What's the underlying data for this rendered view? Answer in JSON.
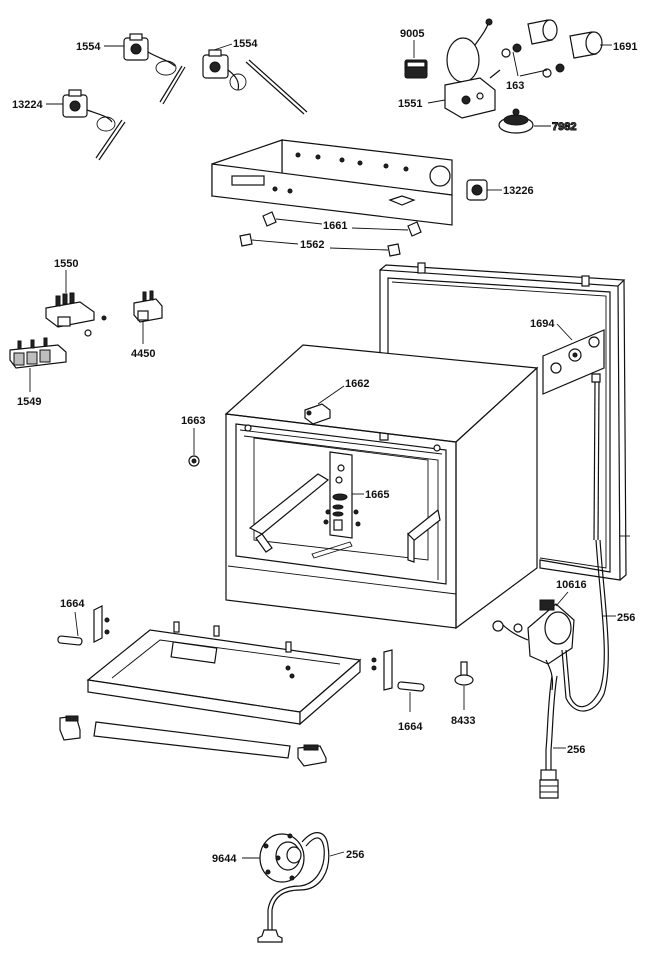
{
  "callouts": {
    "c1554a": "1554",
    "c1554b": "1554",
    "c13224": "13224",
    "c9005": "9005",
    "c1691": "1691",
    "c163": "163",
    "c1551": "1551",
    "c7982": "7982",
    "c13226": "13226",
    "c1661": "1661",
    "c1562": "1562",
    "c1550": "1550",
    "c4450": "4450",
    "c1549": "1549",
    "c1694": "1694",
    "c1662": "1662",
    "c1663": "1663",
    "c1665": "1665",
    "c1664a": "1664",
    "c1664b": "1664",
    "c10616": "10616",
    "c256a": "256",
    "c256b": "256",
    "c8433": "8433",
    "c256c": "256",
    "c9644": "9644"
  },
  "colors": {
    "ink": "#111111",
    "callout_7982": "#7a7a7a"
  }
}
